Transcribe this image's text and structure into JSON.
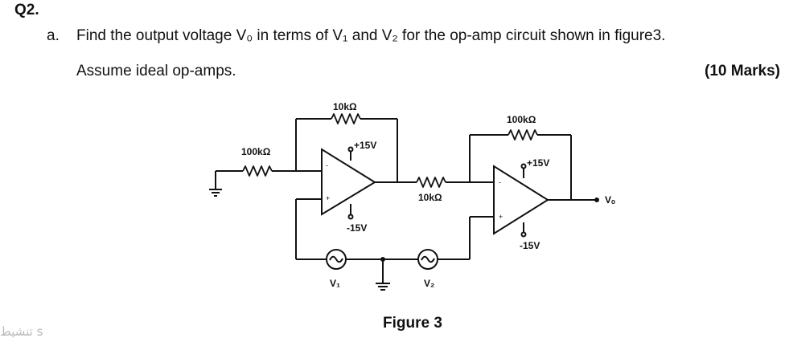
{
  "question": {
    "number": "Q2.",
    "part": "a.",
    "line1": "Find the output voltage V₀ in terms of V₁ and V₂ for the op-amp circuit shown in figure3.",
    "line2": "Assume ideal op-amps.",
    "marks": "(10 Marks)"
  },
  "figure": {
    "caption": "Figure 3",
    "labels": {
      "r_feedback_1": "10kΩ",
      "r_input_1": "100kΩ",
      "r_between": "10kΩ",
      "r_feedback_2": "100kΩ",
      "supply_pos_1": "+15V",
      "supply_neg_1": "-15V",
      "supply_pos_2": "+15V",
      "supply_neg_2": "-15V",
      "source_1": "V₁",
      "source_2": "V₂",
      "output": "Vₒ",
      "minus_sign": "-",
      "plus_sign": "+"
    }
  },
  "watermark": "تنشيط s"
}
